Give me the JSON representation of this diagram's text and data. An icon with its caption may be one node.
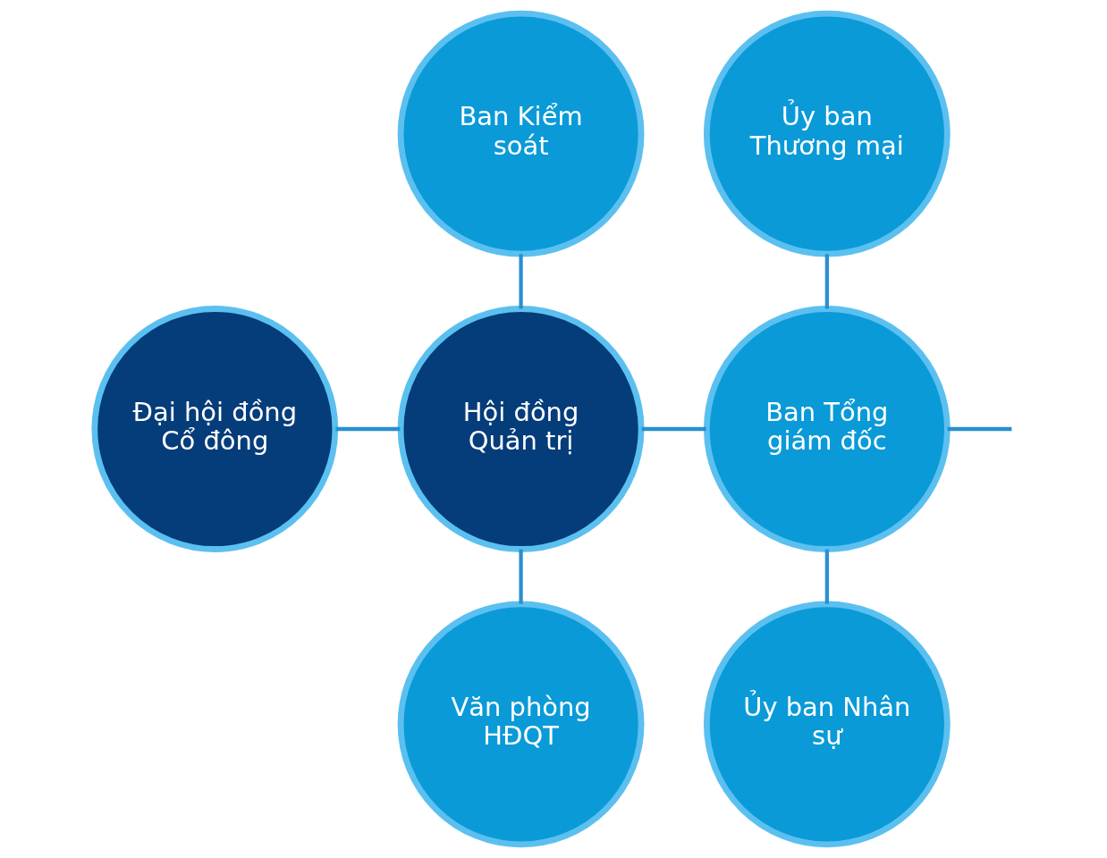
{
  "diagram": {
    "nodes": [
      {
        "text": [
          "Đại hội đồng Cổ đông"
        ]
      },
      {
        "text": [
          "Ban Kiểm soát"
        ]
      },
      {
        "text": [
          "Hội đồng Quản trị"
        ]
      },
      {
        "text": [
          "Ủy ban Thương mại"
        ]
      },
      {
        "text": [
          "Ban Tổng giám đốc"
        ]
      },
      {
        "text": [
          "Văn phòng HĐQT"
        ]
      },
      {
        "text": [
          "Ủy ban Nhân sự"
        ]
      }
    ],
    "edges": [
      {
        "from": 0,
        "to": 2,
        "arrow": "none"
      },
      {
        "from": 1,
        "to": 2,
        "arrow": "none"
      },
      {
        "from": 2,
        "to": 4,
        "arrow": "none"
      },
      {
        "from": 2,
        "to": 5,
        "arrow": "none"
      },
      {
        "from": 3,
        "to": 4,
        "arrow": "none"
      },
      {
        "from": 4,
        "to": 6,
        "arrow": "none"
      },
      {
        "from": 4,
        "to": null,
        "arrow": "none"
      }
    ]
  }
}
